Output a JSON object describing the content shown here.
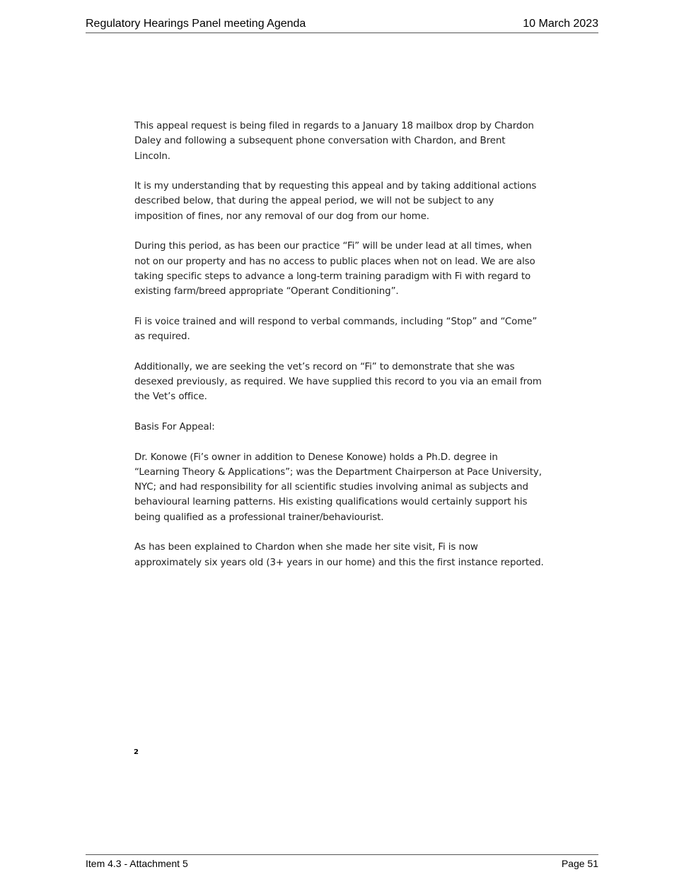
{
  "header": {
    "title": "Regulatory Hearings Panel meeting Agenda",
    "date": "10 March 2023"
  },
  "body": {
    "paragraphs": [
      {
        "lines": [
          "This appeal request is being filed in regards to a January 18 mailbox drop by Chardon",
          "Daley and following a subsequent phone conversation with Chardon, and Brent",
          "Lincoln."
        ]
      },
      {
        "lines": [
          "It is my understanding that by requesting this appeal and by taking additional actions",
          "described below, that during the appeal period, we will not be subject to any",
          "imposition of fines, nor any removal of our dog from our home."
        ]
      },
      {
        "lines": [
          "During this period, as has been our practice “Fi” will be under lead at all times, when",
          "not on our property and has no access to public places when not on lead.  We are also",
          "taking specific steps to advance a long-term training paradigm with Fi with regard to",
          "existing farm/breed appropriate “Operant Conditioning”."
        ]
      },
      {
        "lines": [
          "Fi is voice trained and will respond to verbal commands, including “Stop” and “Come”",
          "as required."
        ]
      },
      {
        "lines": [
          "Additionally, we are seeking the vet’s record on “Fi” to demonstrate that she was",
          "desexed previously, as required. We have supplied this record to you via an email from",
          "the Vet’s office."
        ]
      },
      {
        "lines": [
          "Basis For Appeal:"
        ]
      },
      {
        "lines": [
          "Dr. Konowe (Fi’s owner in addition to Denese Konowe) holds a Ph.D. degree in",
          "“Learning Theory & Applications”; was the Department Chairperson at Pace University,",
          "NYC; and had responsibility for all scientific studies involving animal as subjects and",
          "behavioural learning patterns. His existing qualifications would certainly support his",
          "being qualified as a professional trainer/behaviourist."
        ]
      },
      {
        "lines": [
          "As has been explained to Chardon when she made her site visit, Fi is now",
          "approximately six years old (3+ years in our home) and this the first instance reported."
        ]
      }
    ],
    "page_mark": "2"
  },
  "footer": {
    "item": "Item 4.3 - Attachment 5",
    "page": "Page 51"
  }
}
